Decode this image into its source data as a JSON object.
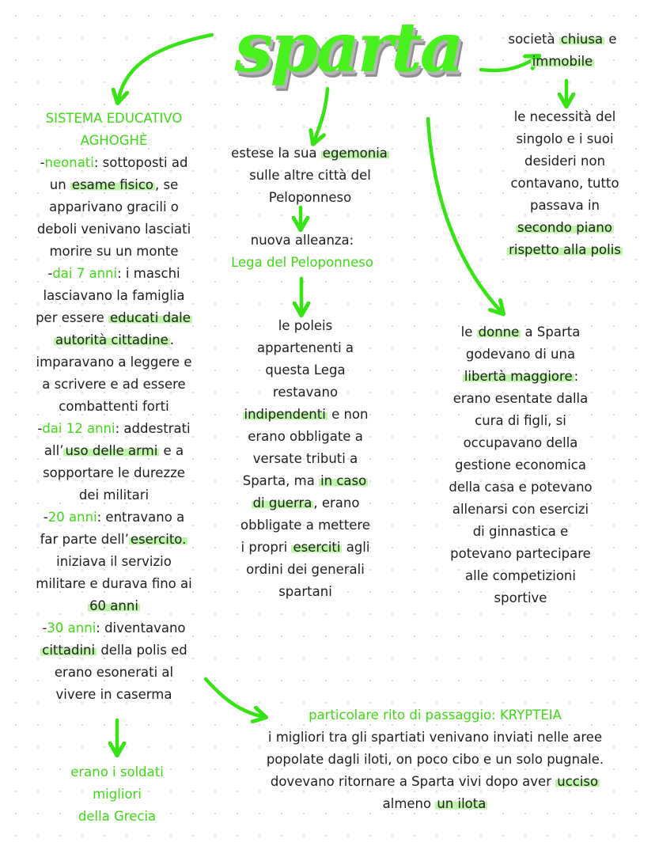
{
  "title": "sparta",
  "society": {
    "l1a": "società ",
    "l1b": "chiusa",
    "l1c": " e",
    "l2": "immobile"
  },
  "individual": {
    "l1": "le necessità del",
    "l2": "singolo e i suoi",
    "l3": "desideri non",
    "l4": "contavano, tutto",
    "l5": "passava in",
    "l6": "secondo piano",
    "l7": "rispetto alla polis"
  },
  "education": {
    "heading1": "SISTEMA EDUCATIVO",
    "heading2": "AGHOGHÈ",
    "l1a": "-",
    "l1b": "neonati",
    "l1c": ": sottoposti ad",
    "l2a": "un ",
    "l2b": "esame fisico",
    "l2c": ", se",
    "l3": "apparivano gracili o",
    "l4": "deboli venivano lasciati",
    "l5": "morire su un monte",
    "l6a": "-",
    "l6b": "dai 7 anni",
    "l6c": ": i maschi",
    "l7": "lasciavano la famiglia",
    "l8a": "per essere ",
    "l8b": "educati dale",
    "l9": "autorità cittadine",
    "l9b": ".",
    "l10": "imparavano a leggere e",
    "l11": "a scrivere e ad essere",
    "l12": "combattenti forti",
    "l13a": "-",
    "l13b": "dai 12 anni",
    "l13c": ": addestrati",
    "l14a": "all’",
    "l14b": "uso delle armi",
    "l14c": " e a",
    "l15": "sopportare le durezze",
    "l16": "dei militari",
    "l17a": "-",
    "l17b": "20 anni",
    "l17c": ": entravano a",
    "l18a": "far parte dell’",
    "l18b": "esercito.",
    "l19": "iniziava il servizio",
    "l20": "militare e durava fino ai",
    "l21": "60 anni",
    "l22a": "-",
    "l22b": "30 anni",
    "l22c": ": diventavano",
    "l23a": "cittadini",
    "l23b": " della polis ed",
    "l24": "erano esonerati al",
    "l25": "vivere in caserma"
  },
  "soldiers": {
    "l1": "erano i soldati",
    "l2": "migliori",
    "l3": "della Grecia"
  },
  "hegemony": {
    "l1a": "estese la sua ",
    "l1b": "egemonia",
    "l2": "sulle altre città del",
    "l3": "Peloponneso"
  },
  "alliance": {
    "l1": "nuova alleanza:",
    "l2": "Lega del Peloponneso"
  },
  "poleis": {
    "l1": "le poleis",
    "l2": "appartenenti a",
    "l3": "questa Lega",
    "l4": "restavano",
    "l5a": "indipendenti",
    "l5b": " e non",
    "l6": "erano obbligate a",
    "l7": "versate tributi a",
    "l8a": "Sparta, ma ",
    "l8b": "in caso",
    "l9a": "di guerra",
    "l9b": ", erano",
    "l10": "obbligate a mettere",
    "l11a": "i propri ",
    "l11b": "eserciti",
    "l11c": " agli",
    "l12": "ordini dei generali",
    "l13": "spartani"
  },
  "women": {
    "l1a": "le ",
    "l1b": "donne",
    "l1c": " a Sparta",
    "l2": "godevano di una",
    "l3a": "libertà maggiore",
    "l3b": ":",
    "l4": "erano esentate dalla",
    "l5": "cura di figli, si",
    "l6": "occupavano della",
    "l7": "gestione economica",
    "l8": "della casa e potevano",
    "l9": "allenarsi con esercizi",
    "l10": "di ginnastica e",
    "l11": "potevano partecipare",
    "l12": "alle competizioni",
    "l13": "sportive"
  },
  "krypteia": {
    "heading": "particolare rito di passaggio: KRYPTEIA",
    "l1": "i migliori tra gli spartiati venivano inviati nelle aree",
    "l2": "popolate dagli iloti, on poco cibo e un solo pugnale.",
    "l3a": "dovevano ritornare a Sparta vivi dopo aver ",
    "l3b": "ucciso",
    "l4a": "almeno ",
    "l4b": "un ilota"
  },
  "colors": {
    "accent": "#3fd916",
    "highlight": "#bff5a8",
    "title": "#49f21e",
    "text": "#1e1e1e"
  }
}
